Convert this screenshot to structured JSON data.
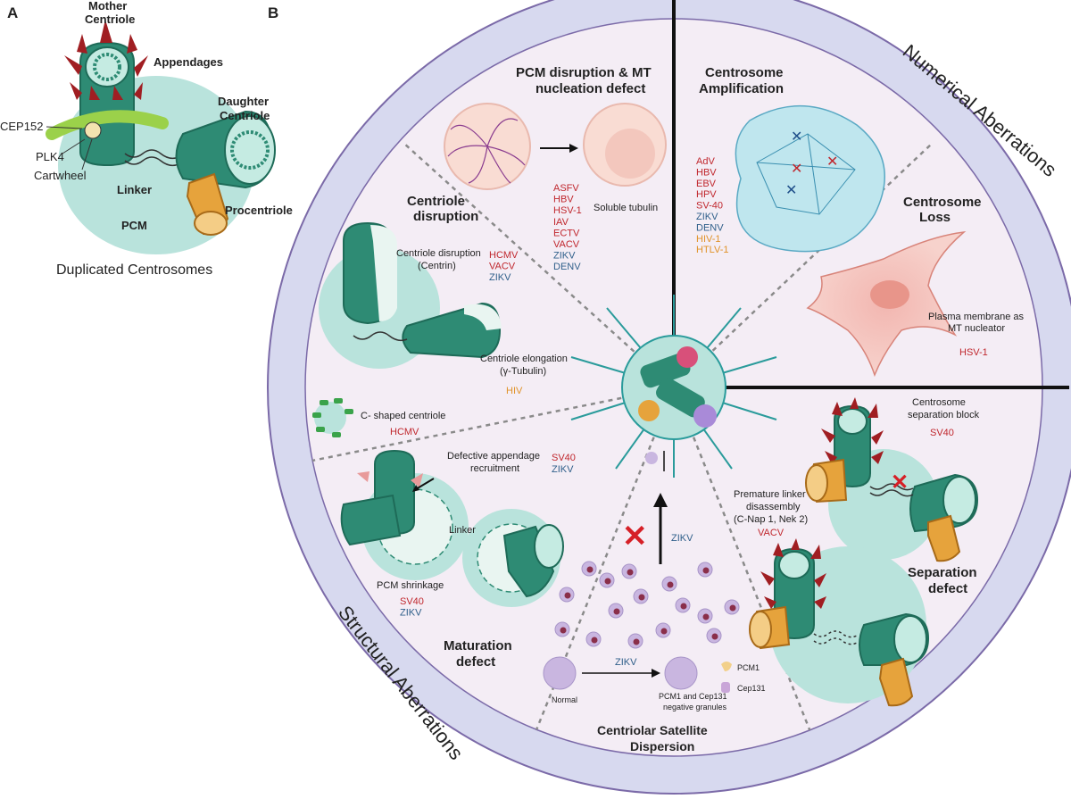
{
  "panel_a": {
    "label": "A",
    "mother_centriole": [
      "Mother",
      "Centriole"
    ],
    "appendages": "Appendages",
    "daughter_centriole": [
      "Daughter",
      "Centriole"
    ],
    "cep152": "CEP152",
    "plk4": "PLK4",
    "cartwheel": "Cartwheel",
    "linker": "Linker",
    "pcm": "PCM",
    "procentriole": "Procentriole",
    "caption": "Duplicated Centrosomes"
  },
  "panel_b": {
    "label": "B",
    "numerical_label": "Numerical Aberrations",
    "structural_label": "Structural Aberrations",
    "pcm_disruption": {
      "title": [
        "PCM disruption & MT",
        "nucleation defect"
      ],
      "soluble_tubulin": "Soluble tubulin",
      "viruses": [
        {
          "name": "ASFV",
          "color": "red"
        },
        {
          "name": "HBV",
          "color": "red"
        },
        {
          "name": "HSV-1",
          "color": "red"
        },
        {
          "name": "IAV",
          "color": "red"
        },
        {
          "name": "ECTV",
          "color": "red"
        },
        {
          "name": "VACV",
          "color": "red"
        },
        {
          "name": "ZIKV",
          "color": "blue"
        },
        {
          "name": "DENV",
          "color": "blue"
        }
      ]
    },
    "amplification": {
      "title": [
        "Centrosome",
        "Amplification"
      ],
      "viruses": [
        {
          "name": "AdV",
          "color": "red"
        },
        {
          "name": "HBV",
          "color": "red"
        },
        {
          "name": "EBV",
          "color": "red"
        },
        {
          "name": "HPV",
          "color": "red"
        },
        {
          "name": "SV-40",
          "color": "red"
        },
        {
          "name": "ZIKV",
          "color": "blue"
        },
        {
          "name": "DENV",
          "color": "blue"
        },
        {
          "name": "HIV-1",
          "color": "orange"
        },
        {
          "name": "HTLV-1",
          "color": "orange"
        }
      ]
    },
    "loss": {
      "title": [
        "Centrosome",
        "Loss"
      ],
      "note": [
        "Plasma membrane as",
        "MT nucleator"
      ],
      "virus": "HSV-1"
    },
    "centriole_disruption": {
      "title": [
        "Centriole",
        "disruption"
      ],
      "disruption_note": [
        "Centriole disruption",
        "(Centrin)"
      ],
      "disruption_viruses": [
        {
          "name": "HCMV",
          "color": "red"
        },
        {
          "name": "VACV",
          "color": "red"
        },
        {
          "name": "ZIKV",
          "color": "blue"
        }
      ],
      "elongation_note": [
        "Centriole elongation",
        "(γ-Tubulin)"
      ],
      "elongation_virus": "HIV",
      "c_shaped": "C- shaped centriole",
      "c_shaped_virus": "HCMV"
    },
    "maturation": {
      "title": [
        "Maturation",
        "defect"
      ],
      "appendage_note": [
        "Defective appendage",
        "recruitment"
      ],
      "appendage_viruses": [
        {
          "name": "SV40",
          "color": "red"
        },
        {
          "name": "ZIKV",
          "color": "blue"
        }
      ],
      "linker": "Linker",
      "pcm_shrinkage": "PCM shrinkage",
      "shrinkage_viruses": [
        {
          "name": "SV40",
          "color": "red"
        },
        {
          "name": "ZIKV",
          "color": "blue"
        }
      ]
    },
    "satellite": {
      "title": [
        "Centriolar Satellite",
        "Dispersion"
      ],
      "zikv_upper": "ZIKV",
      "zikv_lower": "ZIKV",
      "normal": "Normal",
      "negative": [
        "PCM1 and Cep131",
        "negative granules"
      ],
      "pcm1": "PCM1",
      "cep131": "Cep131"
    },
    "separation": {
      "title": [
        "Separation",
        "defect"
      ],
      "block_note": [
        "Centrosome",
        "separation block"
      ],
      "block_virus": "SV40",
      "linker_note": [
        "Premature linker",
        "disassembly",
        "(C-Nap 1, Nek 2)"
      ],
      "linker_virus": "VACV"
    }
  },
  "colors": {
    "teal_dark": "#2e8b74",
    "teal_light": "#b9e3dc",
    "outer_ring": "#d7d9ef",
    "sector_fill": "#f4edf5",
    "appendage_red": "#a01e22",
    "procentriole_orange": "#e6a33c",
    "virus_red": "#c0272d",
    "virus_blue": "#2f5f8a",
    "virus_orange": "#e0932a"
  }
}
